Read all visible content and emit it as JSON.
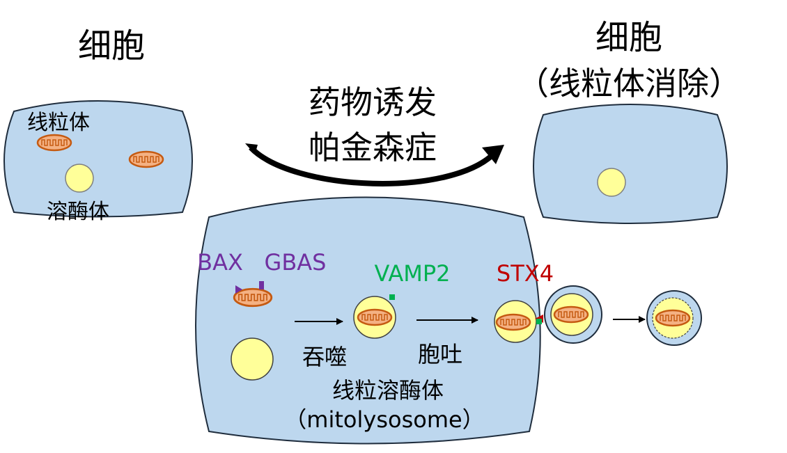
{
  "left_cell": {
    "title": "细胞",
    "mito_label": "线粒体",
    "lyso_label": "溶酶体"
  },
  "arrow_text": {
    "line1": "药物诱发",
    "line2": "帕金森症"
  },
  "right_cell": {
    "title_line1": "细胞",
    "title_line2": "（线粒体消除）"
  },
  "center_cell": {
    "protein_bax": "BAX",
    "protein_gbas": "GBAS",
    "protein_vamp2": "VAMP2",
    "protein_stx4": "STX4",
    "step_phagocytosis": "吞噬",
    "step_exocytosis": "胞吐",
    "mitolysosome_cn": "线粒溶酶体",
    "mitolysosome_en": "（mitolysosome）"
  },
  "colors": {
    "cell_fill": "#bdd7ee",
    "cell_stroke": "#1f2d3d",
    "lysosome_fill": "#ffff99",
    "mito_fill": "#f4b183",
    "mito_stroke": "#c55a11",
    "bax_gbas": "#7030a0",
    "vamp2": "#00b050",
    "stx4": "#c00000"
  }
}
